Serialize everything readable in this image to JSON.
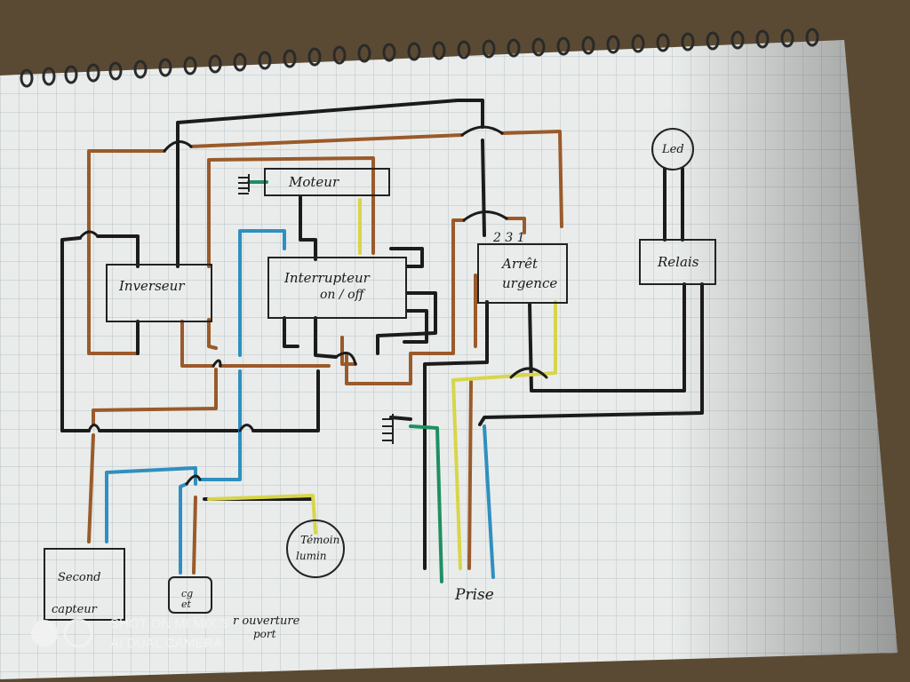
{
  "colors": {
    "paper": "#eef0ef",
    "grid": "#b9c3c9",
    "black_wire": "#1b1b1b",
    "brown_wire": "#9a5a2a",
    "blue_wire": "#2f8fc0",
    "green_wire": "#1f8f63",
    "yellow_wire": "#d8d54a",
    "box_stroke": "#222222"
  },
  "components": {
    "moteur": "Moteur",
    "inverseur": "Inverseur",
    "interrupteur_line1": "Interrupteur",
    "interrupteur_line2": "on / off",
    "arret_line1": "Arrêt",
    "arret_line2": "urgence",
    "arret_terminals": "2  3 1",
    "led": "Led",
    "relais": "Relais",
    "temoin_line1": "Témoin",
    "temoin_line2": "lumin",
    "second_capteur_line1": "Second",
    "second_capteur_line2": "capteur",
    "capteur_line1": "cg",
    "capteur_line2": "et",
    "capteur_ouverture_line1": "r ouverture",
    "capteur_ouverture_line2": "port",
    "prise": "Prise"
  },
  "watermark": {
    "line1": "SHOT ON MI MIX 3",
    "line2": "AI DUAL CAMERA"
  }
}
